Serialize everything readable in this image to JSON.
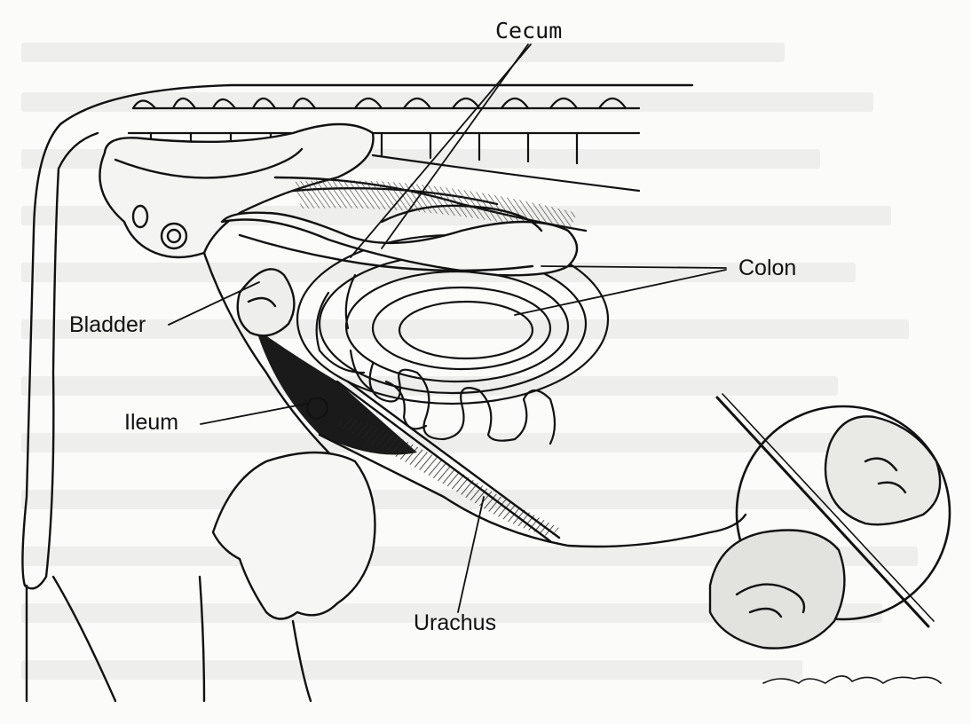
{
  "labels": {
    "cecum": "Cecum",
    "colon": "Colon",
    "bladder": "Bladder",
    "ileum": "Ileum",
    "urachus": "Urachus"
  },
  "colors": {
    "ink": "#111111",
    "paper": "#fbfbfa",
    "bleed_through": "#eeeeec"
  }
}
